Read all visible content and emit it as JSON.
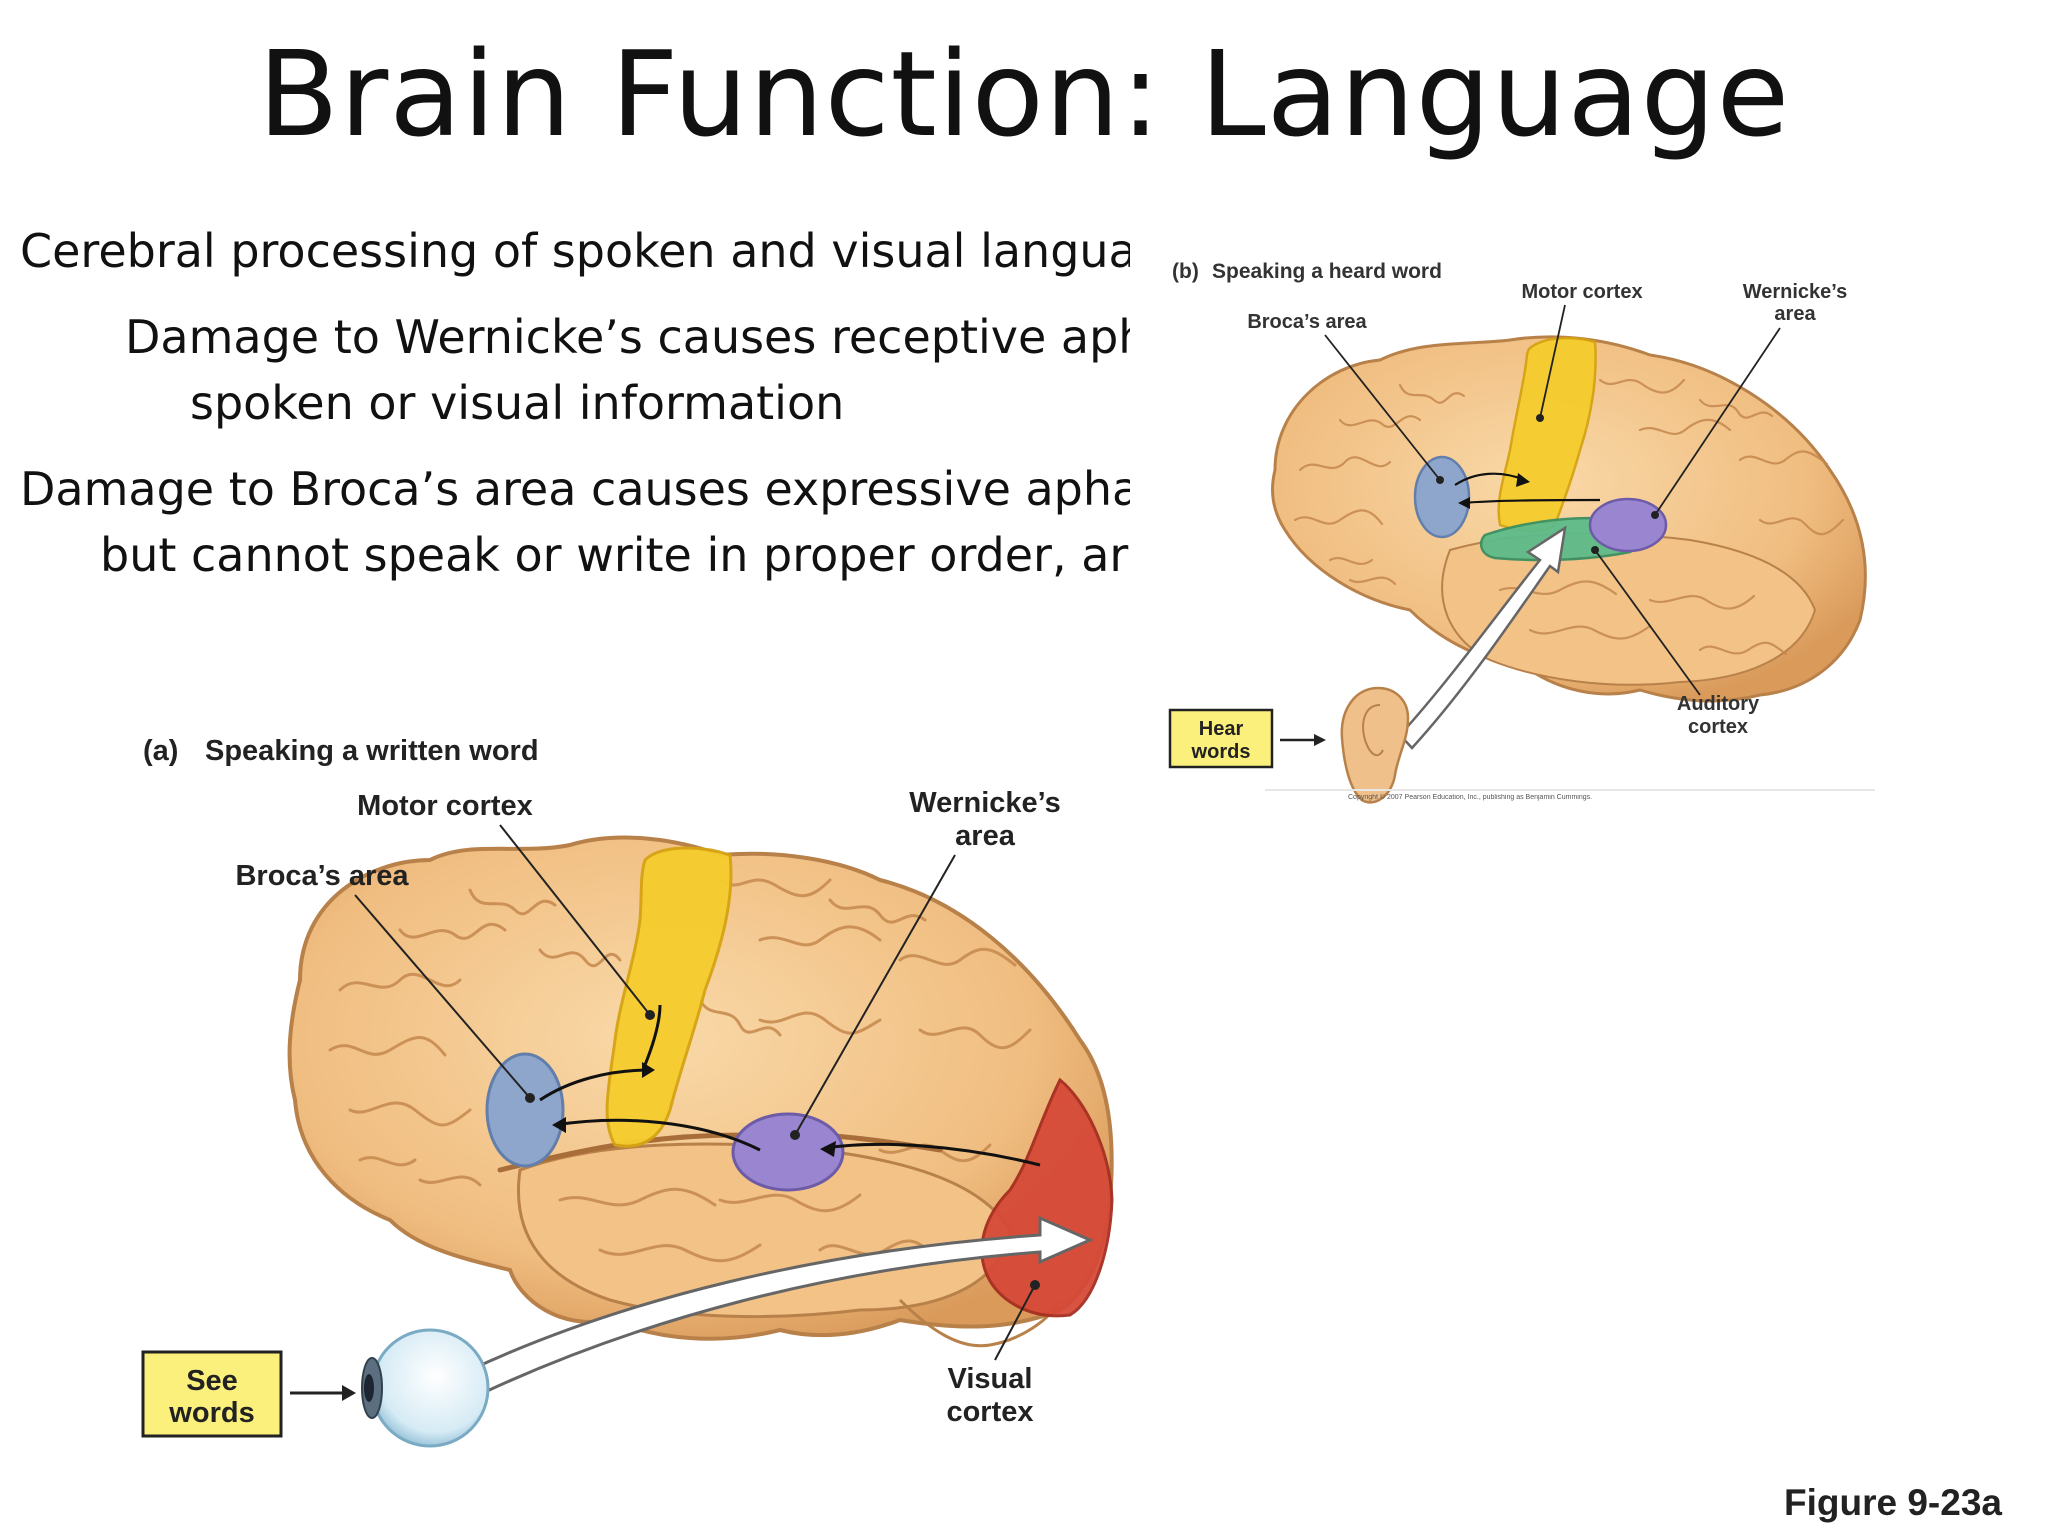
{
  "title": "Brain Function: Language",
  "bullets": {
    "line1": "Cerebral processing of spoken and visual langua−−",
    "line2": "Damage to Wernicke’s causes receptive aph",
    "line3": "spoken or visual information",
    "line4": "Damage to Broca’s area causes expressive aphas",
    "line5": "but cannot speak or write in proper order, ar"
  },
  "panel_a": {
    "caption_letter": "(a)",
    "caption_text": "Speaking a written word",
    "motor_cortex": "Motor cortex",
    "brocas_area": "Broca’s area",
    "wernickes_line1": "Wernicke’s",
    "wernickes_line2": "area",
    "visual_line1": "Visual",
    "visual_line2": "cortex",
    "box_line1": "See",
    "box_line2": "words"
  },
  "panel_b": {
    "caption_letter": "(b)",
    "caption_text": "Speaking a heard word",
    "motor_cortex": "Motor cortex",
    "brocas_area": "Broca’s area",
    "wernickes_line1": "Wernicke’s",
    "wernickes_line2": "area",
    "auditory_line1": "Auditory",
    "auditory_line2": "cortex",
    "box_line1": "Hear",
    "box_line2": "words",
    "copyright": "Copyright © 2007 Pearson Education, Inc., publishing as Benjamin Cummings."
  },
  "figure_label": "Figure 9-23a",
  "colors": {
    "brain": "#f2c48a",
    "brain_fold": "#c98a4e",
    "motor_cortex": "#f6cf2e",
    "brocas_area": "#8ea6cc",
    "wernickes_area": "#9a86d0",
    "visual_cortex": "#d9493a",
    "auditory_cortex": "#5dbb8a",
    "label_box": "#fbf07c"
  }
}
